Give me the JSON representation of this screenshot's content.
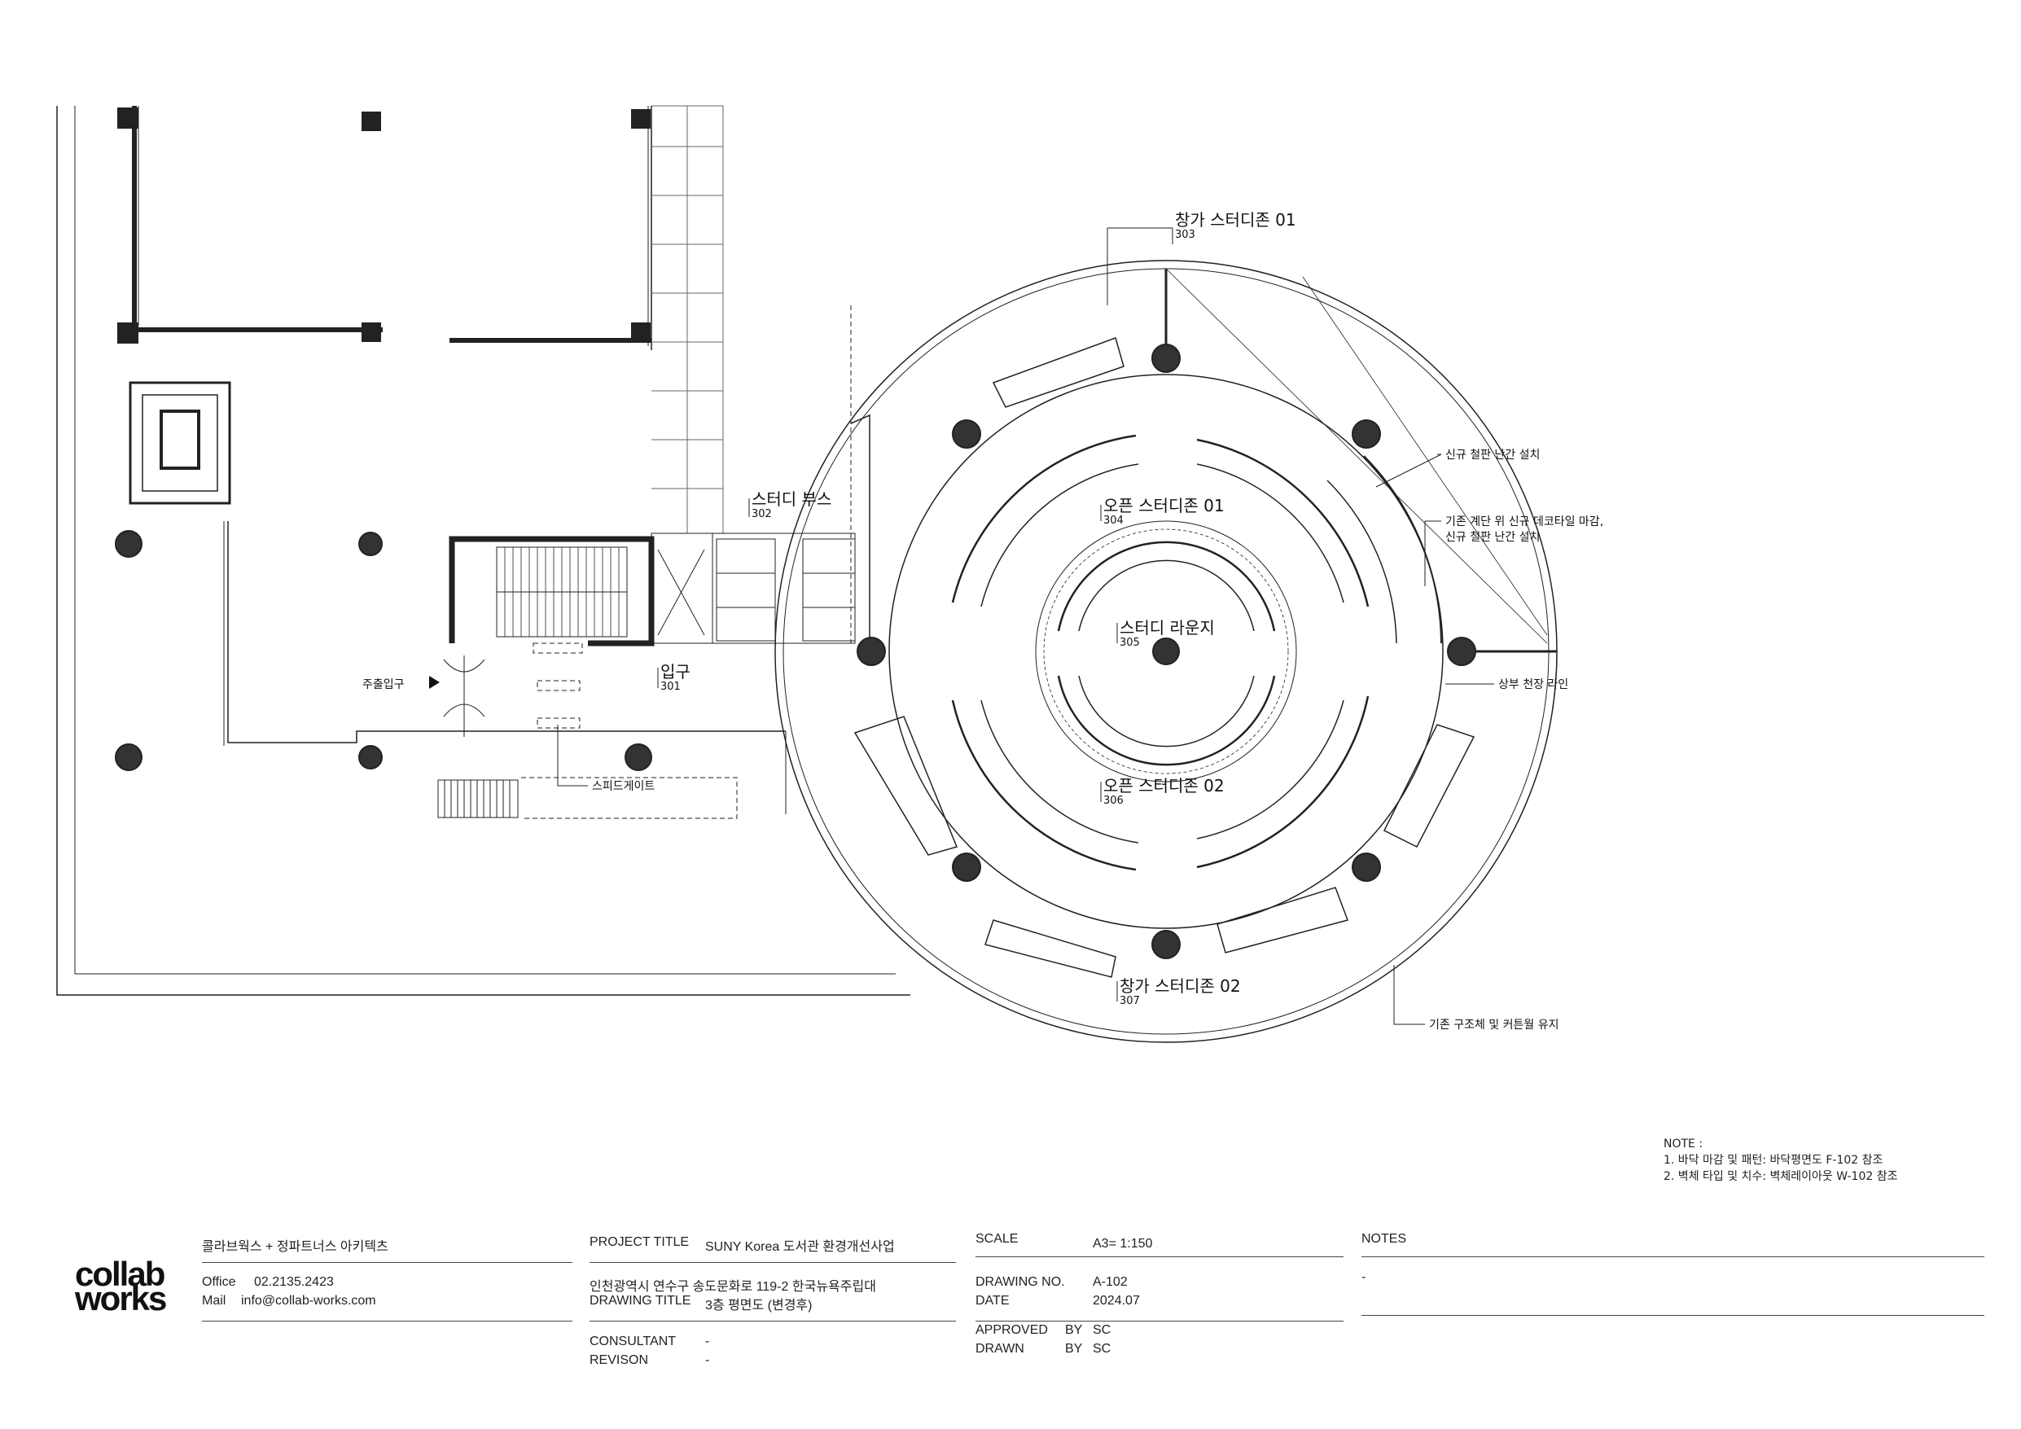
{
  "rooms": [
    {
      "id": "window-zone-1",
      "name": "창가 스터디존 01",
      "num": "303"
    },
    {
      "id": "study-booth",
      "name": "스터디 부스",
      "num": "302"
    },
    {
      "id": "open-zone-1",
      "name": "오픈 스터디존 01",
      "num": "304"
    },
    {
      "id": "lounge",
      "name": "스터디 라운지",
      "num": "305"
    },
    {
      "id": "entrance",
      "name": "입구",
      "num": "301"
    },
    {
      "id": "open-zone-2",
      "name": "오픈 스터디존 02",
      "num": "306"
    },
    {
      "id": "window-zone-2",
      "name": "창가 스터디존 02",
      "num": "307"
    }
  ],
  "annotations": {
    "exit": "주출입구",
    "speed_gate": "스피드게이트",
    "railing": "신규 철판 난간 설치",
    "stair_finish_1": "기존 계단 위 신규 데코타일 마감,",
    "stair_finish_2": "신규 철판 난간 설치",
    "ceiling": "상부 천장 라인",
    "structure": "기존 구조체 및 커튼월 유지"
  },
  "notes": {
    "heading": "NOTE :",
    "line1": "1. 바닥 마감 및 패턴: 바닥평면도 F-102 참조",
    "line2": "2. 벽체 타입 및 치수: 벽체레이아웃 W-102 참조"
  },
  "title_block": {
    "logo_line1": "collab",
    "logo_line2": "works",
    "firm": "콜라브웍스 + 정파트너스 아키텍츠",
    "office_label": "Office",
    "office_value": "02.2135.2423",
    "mail_label": "Mail",
    "mail_value": "info@collab-works.com",
    "project_label": "PROJECT TITLE",
    "project_value": "SUNY Korea 도서관 환경개선사업",
    "address": "인천광역시 연수구 송도문화로 119-2 한국뉴욕주립대",
    "drawing_title_label": "DRAWING TITLE",
    "drawing_title_value": "3층 평면도 (변경후)",
    "consultant_label": "CONSULTANT",
    "consultant_value": "-",
    "revision_label": "REVISON",
    "revision_value": "-",
    "scale_label": "SCALE",
    "scale_value": "A3= 1:150",
    "drawing_no_label": "DRAWING NO.",
    "drawing_no_value": "A-102",
    "date_label": "DATE",
    "date_value": "2024.07",
    "approved_label": "APPROVED",
    "approved_by": "BY",
    "approved_value": "SC",
    "drawn_label": "DRAWN",
    "drawn_by": "BY",
    "drawn_value": "SC",
    "notes_label": "NOTES",
    "notes_value": "-"
  }
}
